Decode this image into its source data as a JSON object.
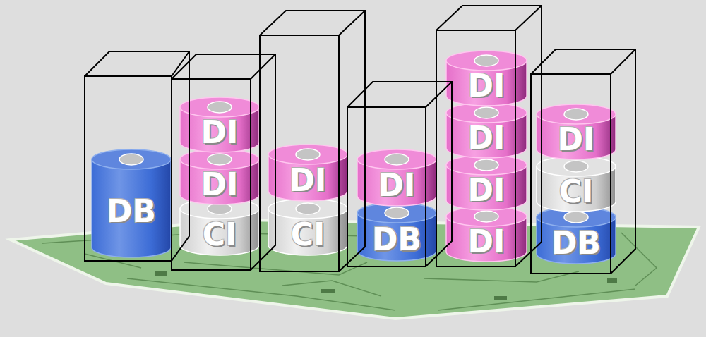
{
  "diagram": {
    "nodes": [
      {
        "text": [
          "DB"
        ]
      },
      {
        "text": [
          "DI"
        ]
      },
      {
        "text": [
          "DI"
        ]
      },
      {
        "text": [
          "CI"
        ]
      },
      {
        "text": [
          "DI"
        ]
      },
      {
        "text": [
          "CI"
        ]
      },
      {
        "text": [
          "DI"
        ]
      },
      {
        "text": [
          "DB"
        ]
      },
      {
        "text": [
          "DI"
        ]
      },
      {
        "text": [
          "DI"
        ]
      },
      {
        "text": [
          "DI"
        ]
      },
      {
        "text": [
          "DI"
        ]
      },
      {
        "text": [
          "DI"
        ]
      },
      {
        "text": [
          "CI"
        ]
      },
      {
        "text": [
          "DB"
        ]
      }
    ]
  }
}
